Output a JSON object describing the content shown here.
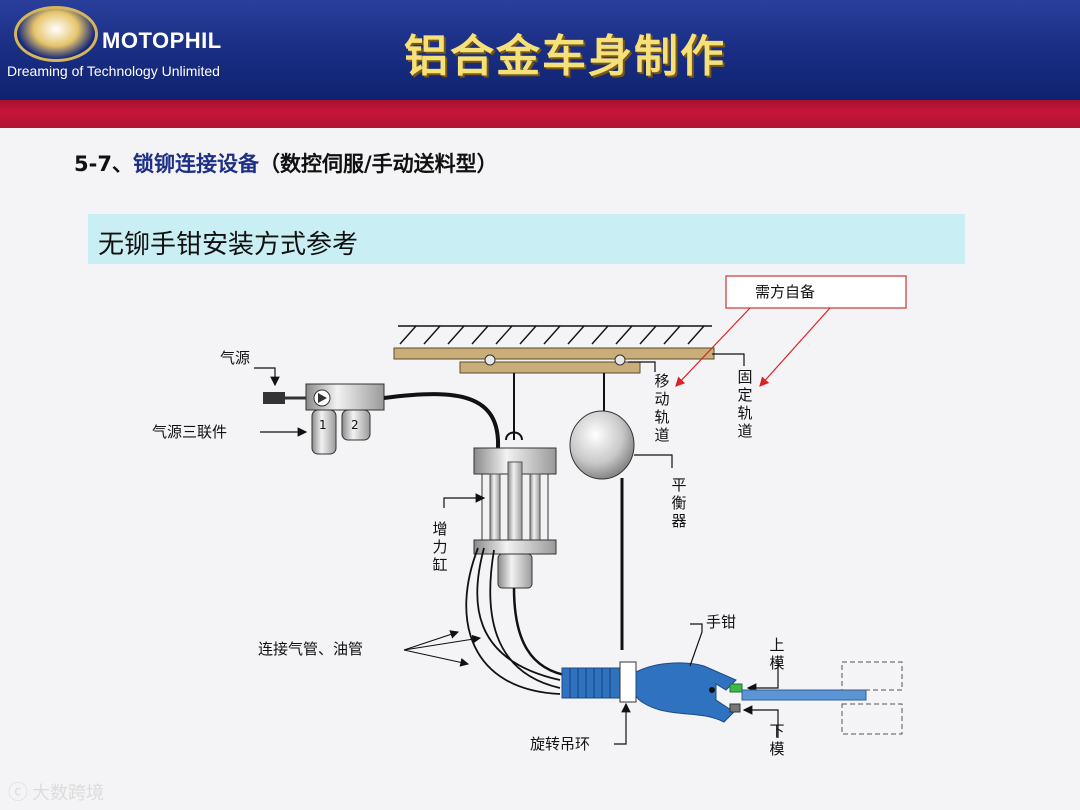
{
  "header": {
    "logo_text": "MOTOPHIL",
    "tagline": "Dreaming of Technology Unlimited",
    "title": "铝合金车身制作"
  },
  "section": {
    "number": "5-7、",
    "highlight": "锁铆连接设备",
    "rest": "（数控伺服/手动送料型）"
  },
  "banner": {
    "text": "无铆手钳安装方式参考"
  },
  "diagram": {
    "callout_box": "需方自备",
    "labels": {
      "air_source": "气源",
      "air_unit": "气源三联件",
      "unit_num_1": "1",
      "unit_num_2": "2",
      "moving_rail": "移动轨道",
      "fixed_rail": "固定轨道",
      "balancer": "平衡器",
      "booster": "增力缸",
      "hoses": "连接气管、油管",
      "gun": "手钳",
      "upper_die": "上模",
      "lower_die": "下模",
      "swivel": "旋转吊环"
    }
  },
  "watermark": {
    "icon": "ⓒ",
    "text": "大数跨境"
  },
  "colors": {
    "header_blue": "#1b2f86",
    "red_bar": "#b31332",
    "title_gold": "#f6e07a",
    "banner": "#c9eef4",
    "gun_blue": "#2f72c0"
  }
}
